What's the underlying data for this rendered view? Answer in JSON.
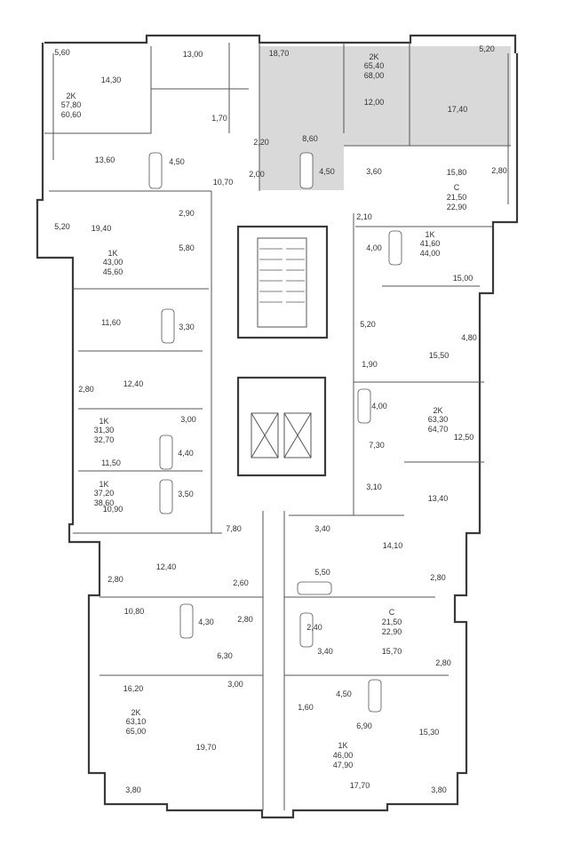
{
  "colors": {
    "wall": "#3a3a3a",
    "selected": "#d9d9d9",
    "text": "#333333",
    "background": "#ffffff"
  },
  "selected_unit": {
    "type": "2K",
    "area_living": "65,40",
    "area_total": "68,00"
  },
  "apartments": [
    {
      "id": "a1",
      "type": "2K",
      "living": "57,80",
      "total": "60,60"
    },
    {
      "id": "a2",
      "type": "2K",
      "living": "65,40",
      "total": "68,00"
    },
    {
      "id": "a3",
      "type": "C",
      "living": "21,50",
      "total": "22,90"
    },
    {
      "id": "a4",
      "type": "1K",
      "living": "43,00",
      "total": "45,60"
    },
    {
      "id": "a5",
      "type": "1K",
      "living": "41,60",
      "total": "44,00"
    },
    {
      "id": "a6",
      "type": "2K",
      "living": "63,30",
      "total": "64,70"
    },
    {
      "id": "a7",
      "type": "1K",
      "living": "31,30",
      "total": "32,70"
    },
    {
      "id": "a8",
      "type": "1K",
      "living": "37,20",
      "total": "38,60"
    },
    {
      "id": "a9",
      "type": "C",
      "living": "21,50",
      "total": "22,90"
    },
    {
      "id": "a10",
      "type": "2K",
      "living": "63,10",
      "total": "65,00"
    },
    {
      "id": "a11",
      "type": "1K",
      "living": "46,00",
      "total": "47,90"
    }
  ],
  "rooms": [
    "5,60",
    "13,00",
    "18,70",
    "5,20",
    "14,30",
    "12,00",
    "17,40",
    "1,70",
    "2,20",
    "8,60",
    "13,60",
    "4,50",
    "10,70",
    "2,00",
    "4,50",
    "3,60",
    "15,80",
    "2,80",
    "2,90",
    "2,10",
    "5,20",
    "19,40",
    "5,80",
    "4,00",
    "15,00",
    "11,60",
    "3,30",
    "5,20",
    "4,80",
    "1,90",
    "15,50",
    "12,40",
    "2,80",
    "4,00",
    "3,00",
    "12,50",
    "7,30",
    "4,40",
    "11,50",
    "3,10",
    "13,40",
    "3,50",
    "10,90",
    "7,80",
    "3,40",
    "14,10",
    "5,50",
    "12,40",
    "2,80",
    "2,60",
    "2,80",
    "10,80",
    "4,30",
    "2,80",
    "2,40",
    "3,40",
    "15,70",
    "6,30",
    "2,80",
    "16,20",
    "3,00",
    "4,50",
    "1,60",
    "6,90",
    "15,30",
    "19,70",
    "17,70",
    "3,80",
    "3,80"
  ]
}
